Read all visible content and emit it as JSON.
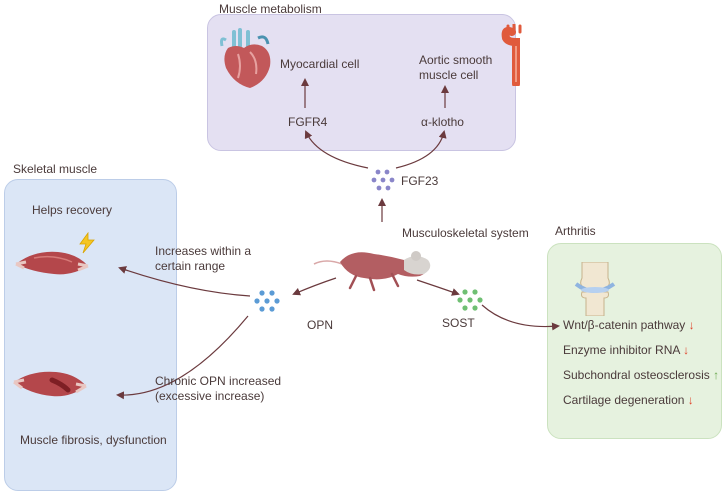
{
  "panels": {
    "metabolism": "Muscle metabolism",
    "skeletal": "Skeletal muscle",
    "arthritis": "Arthritis"
  },
  "labels": {
    "myocardial": "Myocardial cell",
    "aortic": "Aortic smooth muscle cell",
    "fgfr4": "FGFR4",
    "klotho": "α-klotho",
    "fgf23": "FGF23",
    "musculoskeletal": "Musculoskeletal system",
    "helps_recovery": "Helps recovery",
    "increases_within": "Increases within a certain range",
    "opn": "OPN",
    "sost": "SOST",
    "chronic": "Chronic OPN increased (excessive increase)",
    "fibrosis": "Muscle fibrosis, dysfunction"
  },
  "arthritis_items": [
    {
      "text": "Wnt/β-catenin pathway",
      "arrow": "↓",
      "direction": "down"
    },
    {
      "text": "Enzyme inhibitor RNA",
      "arrow": "↓",
      "direction": "down"
    },
    {
      "text": "Subchondral osteosclerosis",
      "arrow": "↑",
      "direction": "up"
    },
    {
      "text": "Cartilage degeneration",
      "arrow": "↓",
      "direction": "down"
    }
  ],
  "icons": {
    "heart": "heart-icon",
    "aorta": "aorta-icon",
    "mouse": "mouse-icon",
    "knee": "knee-joint-icon",
    "muscle": "muscle-icon",
    "lightning": "lightning-icon"
  },
  "colors": {
    "metabolism_panel": "#e4e0f2",
    "skeletal_panel": "#dbe6f6",
    "arthritis_panel": "#e6f2df",
    "arrow": "#6b3a3e",
    "fgf23_dots": "#8a86c9",
    "opn_dots": "#5b9bd5",
    "sost_dots": "#6fbf73"
  }
}
